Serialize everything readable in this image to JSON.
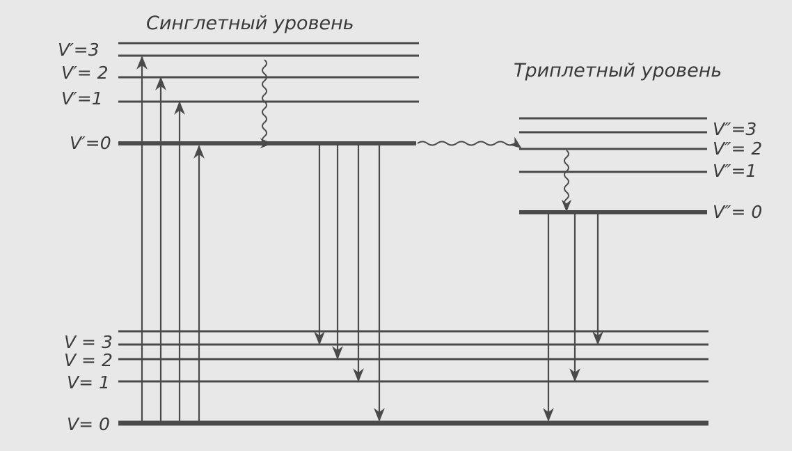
{
  "titles": {
    "singlet": "Синглетный уровень",
    "triplet": "Триплетный уровень"
  },
  "labels": {
    "s3": "V′=3",
    "s2": "V′= 2",
    "s1": "V′=1",
    "s0": "V′=0",
    "t3": "V″=3",
    "t2": "V″= 2",
    "t1": "V″=1",
    "t0": "V″= 0",
    "g3": "V = 3",
    "g2": "V = 2",
    "g1": "V= 1",
    "g0": "V= 0"
  },
  "colors": {
    "ink": "#4a4a4a",
    "background": "#e9e8e8"
  }
}
